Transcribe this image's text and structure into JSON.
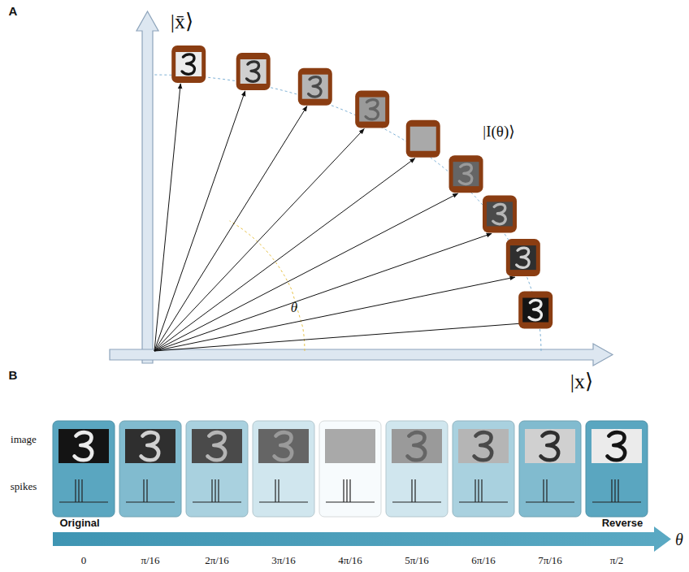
{
  "diagram": {
    "labels": [
      "A",
      "|x̄⟩",
      "|I(θ)⟩",
      "θ",
      "|x⟩",
      "B",
      "image",
      "spikes",
      "Original",
      "Reverse",
      "θ",
      "0",
      "π/16",
      "2π/16",
      "3π/16",
      "4π/16",
      "5π/16",
      "6π/16",
      "7π/16",
      "π/2"
    ]
  }
}
